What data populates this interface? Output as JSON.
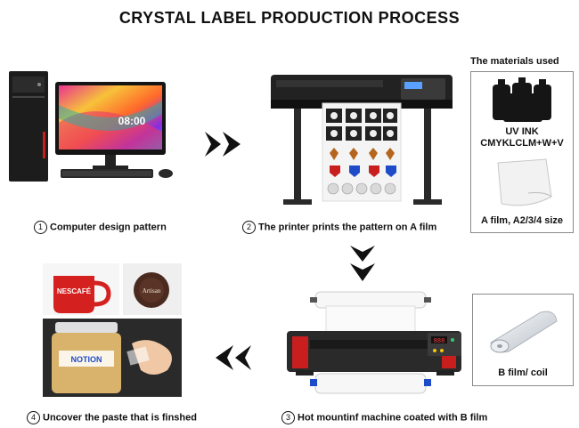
{
  "title": "CRYSTAL LABEL PRODUCTION PROCESS",
  "steps": [
    {
      "num": "1",
      "label": "Computer design pattern"
    },
    {
      "num": "2",
      "label": "The printer prints the pattern on A film"
    },
    {
      "num": "3",
      "label": "Hot mountinf machine coated with B film"
    },
    {
      "num": "4",
      "label": "Uncover the paste that is finshed"
    }
  ],
  "materials": {
    "title": "The materials used",
    "ink_line1": "UV INK",
    "ink_line2": "CMYKLCLM+W+V",
    "film_a": "A film, A2/3/4 size",
    "film_b": "B film/ coil"
  },
  "product_text": {
    "monitor_time": "08:00",
    "mug_brand": "NESCAFÉ",
    "jar_brand": "NOTION",
    "lid_brand": "Artisan"
  },
  "colors": {
    "accent_red": "#d52020",
    "arrow": "#111111"
  }
}
